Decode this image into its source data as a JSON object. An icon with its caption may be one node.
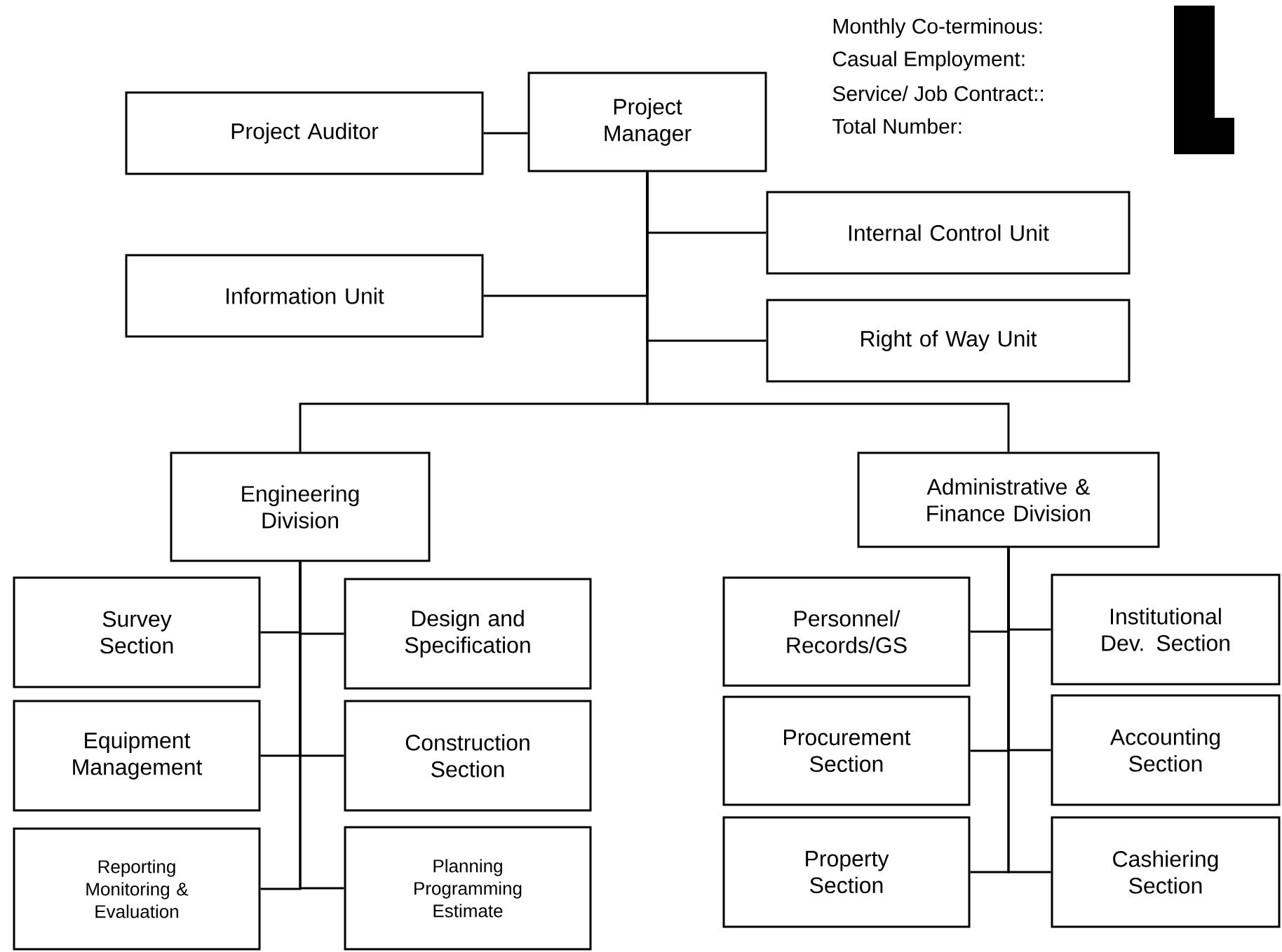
{
  "diagram": {
    "nodes": [
      {
        "text": [
          "Project Manager"
        ]
      },
      {
        "text": [
          "Project Auditor"
        ]
      },
      {
        "text": [
          "Internal Control Unit"
        ]
      },
      {
        "text": [
          "Information Unit"
        ]
      },
      {
        "text": [
          "Right of Way Unit"
        ]
      },
      {
        "text": [
          "Engineering Division"
        ]
      },
      {
        "text": [
          "Administrative & Finance Division"
        ]
      },
      {
        "text": [
          "Survey Section"
        ]
      },
      {
        "text": [
          "Design and Specification"
        ]
      },
      {
        "text": [
          "Equipment Management"
        ]
      },
      {
        "text": [
          "Construction Section"
        ]
      },
      {
        "text": [
          "Reporting Monitoring & Evaluation"
        ]
      },
      {
        "text": [
          "Planning Programming Estimate"
        ]
      },
      {
        "text": [
          "Personnel/ Records/GS"
        ]
      },
      {
        "text": [
          "Institutional Dev. Section"
        ]
      },
      {
        "text": [
          "Procurement Section"
        ]
      },
      {
        "text": [
          "Accounting Section"
        ]
      },
      {
        "text": [
          "Property Section"
        ]
      },
      {
        "text": [
          "Cashiering Section"
        ]
      }
    ],
    "edges": [
      {
        "from": 0,
        "to": 1,
        "arrow": "none"
      },
      {
        "from": 0,
        "to": 2,
        "arrow": "none"
      },
      {
        "from": 0,
        "to": 3,
        "arrow": "none"
      },
      {
        "from": 0,
        "to": 4,
        "arrow": "none"
      },
      {
        "from": 0,
        "to": 5,
        "arrow": "none"
      },
      {
        "from": 0,
        "to": 6,
        "arrow": "none"
      },
      {
        "from": 5,
        "to": 7,
        "arrow": "none"
      },
      {
        "from": 5,
        "to": 8,
        "arrow": "none"
      },
      {
        "from": 5,
        "to": 9,
        "arrow": "none"
      },
      {
        "from": 5,
        "to": 10,
        "arrow": "none"
      },
      {
        "from": 5,
        "to": 11,
        "arrow": "none"
      },
      {
        "from": 5,
        "to": 12,
        "arrow": "none"
      },
      {
        "from": 6,
        "to": 13,
        "arrow": "none"
      },
      {
        "from": 6,
        "to": 14,
        "arrow": "none"
      },
      {
        "from": 6,
        "to": 15,
        "arrow": "none"
      },
      {
        "from": 6,
        "to": 16,
        "arrow": "none"
      },
      {
        "from": 6,
        "to": 17,
        "arrow": "none"
      },
      {
        "from": 6,
        "to": 18,
        "arrow": "none"
      }
    ],
    "labels": [
      "Monthly Co-terminous:",
      "Casual Employment:",
      "Service/ Job Contract::",
      "Total Number:"
    ]
  }
}
